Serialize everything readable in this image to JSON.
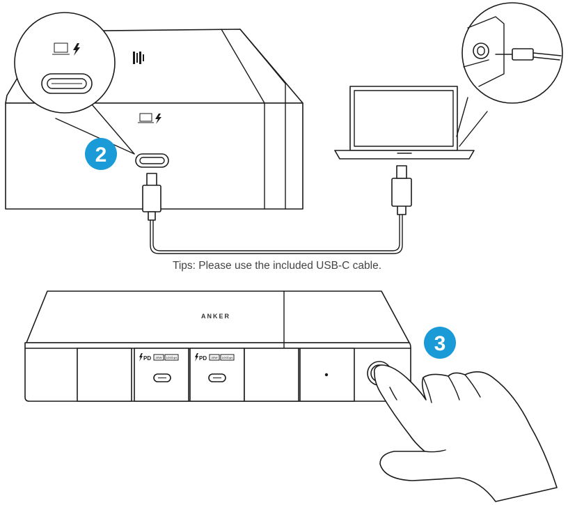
{
  "steps": {
    "connect_laptop": "2",
    "press_button": "3"
  },
  "tips": "Tips: Please use the included USB-C cable.",
  "dock": {
    "brand": "ANKER",
    "ports": [
      {
        "pd_label": "PD",
        "watts": "30W",
        "speed": "10Gbps"
      },
      {
        "pd_label": "PD",
        "watts": "30W",
        "speed": "10Gbps"
      }
    ]
  },
  "colors": {
    "step_badge": "#1a9ad6",
    "line": "#1a1a1a"
  },
  "icons": [
    "laptop-charge-icon",
    "usb-c-port-icon",
    "usb-c-cable-icon",
    "hand-icon",
    "power-button-icon"
  ]
}
